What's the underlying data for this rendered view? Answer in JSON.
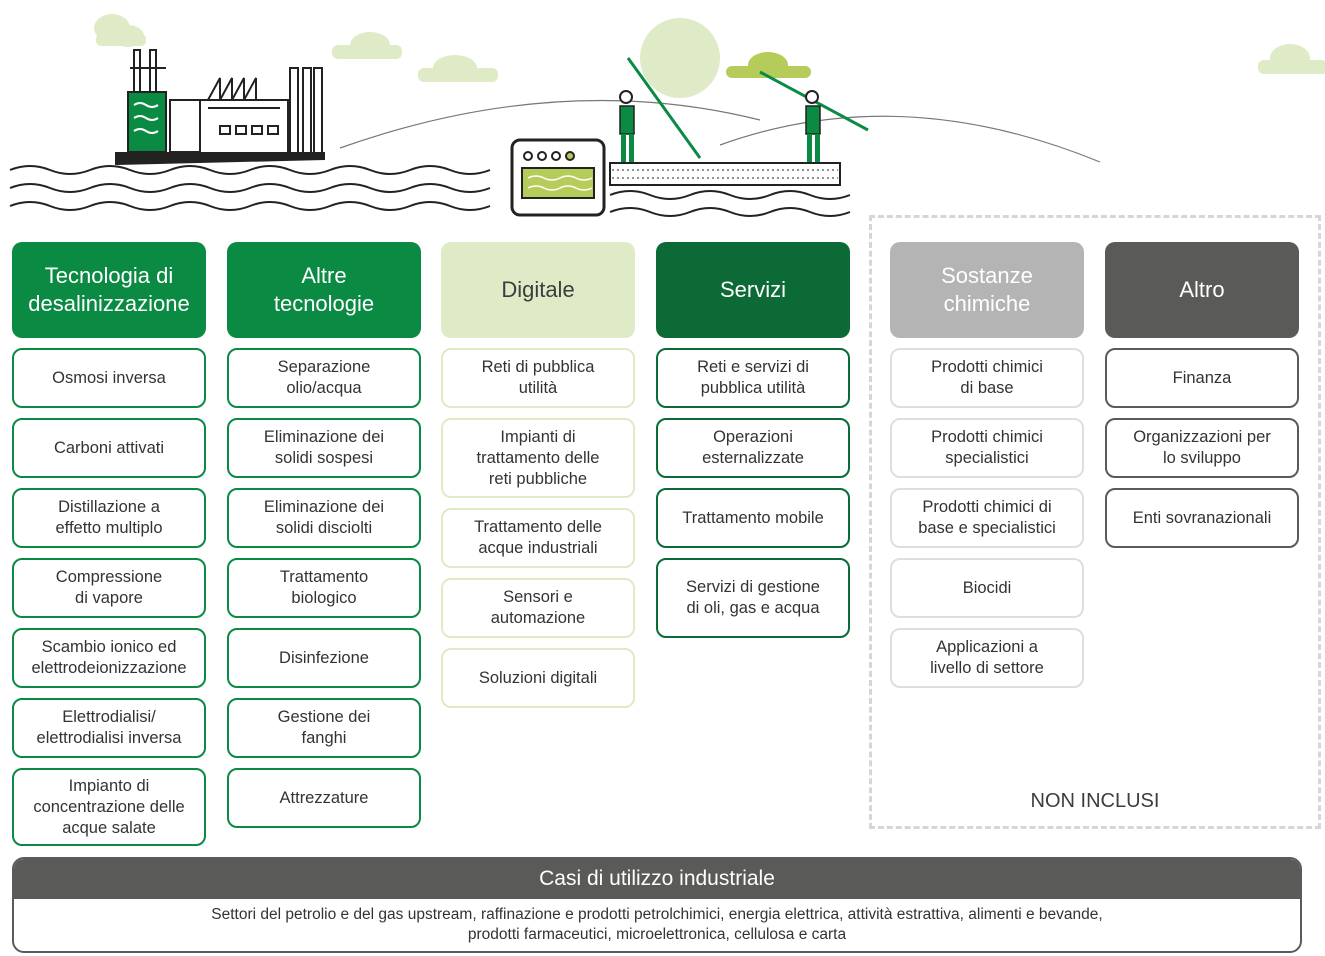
{
  "colors": {
    "green": "#0a8a43",
    "dark_green": "#0b6a36",
    "light_green": "#dfeac6",
    "grey": "#b4b4b4",
    "dark_grey": "#5a5a59",
    "lime": "#b5cc5a"
  },
  "illustration": {
    "icons": [
      "factory-icon",
      "cloud-icon",
      "sun-icon",
      "water-waves-icon",
      "control-unit-icon",
      "worker-icon",
      "platform-icon"
    ]
  },
  "columns": [
    {
      "title": "Tecnologia di\ndesalinizzazione",
      "items": [
        "Osmosi inversa",
        "Carboni attivati",
        "Distillazione a\neffetto multiplo",
        "Compressione\ndi vapore",
        "Scambio ionico ed\nelettrodeionizzazione",
        "Elettrodialisi/\nelettrodialisi inversa",
        "Impianto di\nconcentrazione delle\nacque salate"
      ]
    },
    {
      "title": "Altre\ntecnologie",
      "items": [
        "Separazione\nolio/acqua",
        "Eliminazione dei\nsolidi sospesi",
        "Eliminazione dei\nsolidi disciolti",
        "Trattamento\nbiologico",
        "Disinfezione",
        "Gestione dei\nfanghi",
        "Attrezzature"
      ]
    },
    {
      "title": "Digitale",
      "items": [
        "Reti di pubblica\nutilità",
        "Impianti di\ntrattamento delle\nreti pubbliche",
        "Trattamento delle\nacque industriali",
        "Sensori e\nautomazione",
        "Soluzioni digitali"
      ]
    },
    {
      "title": "Servizi",
      "items": [
        "Reti e servizi di\npubblica utilità",
        "Operazioni\nesternalizzate",
        "Trattamento mobile",
        "Servizi di gestione\ndi oli, gas e acqua"
      ]
    },
    {
      "title": "Sostanze\nchimiche",
      "items": [
        "Prodotti chimici\ndi base",
        "Prodotti chimici\nspecialistici",
        "Prodotti chimici di\nbase e specialistici",
        "Biocidi",
        "Applicazioni a\nlivello di settore"
      ]
    },
    {
      "title": "Altro",
      "items": [
        "Finanza",
        "Organizzazioni per\nlo sviluppo",
        "Enti sovranazionali"
      ]
    }
  ],
  "excluded_label": "NON INCLUSI",
  "use_cases": {
    "title": "Casi di utilizzo industriale",
    "text": "Settori del petrolio e del gas upstream, raffinazione e prodotti petrolchimici, energia elettrica, attività estrattiva, alimenti e bevande,\nprodotti farmaceutici, microelettronica, cellulosa e carta"
  }
}
